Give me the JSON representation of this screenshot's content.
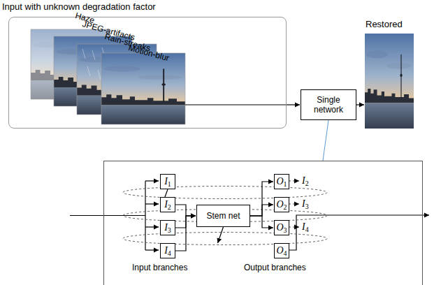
{
  "diagram": {
    "nodes": [
      {
        "text": [
          "Input with unknown degradation factor"
        ]
      },
      {
        "text": [
          "Single network"
        ]
      },
      {
        "text": [
          "Restored"
        ]
      },
      {
        "text": [
          "Input branches",
          "Output branches"
        ]
      },
      {
        "text": [
          "I1"
        ],
        "in": 3
      },
      {
        "text": [
          "I2"
        ],
        "in": 3
      },
      {
        "text": [
          "I3"
        ],
        "in": 3
      },
      {
        "text": [
          "I4"
        ],
        "in": 3
      },
      {
        "text": [
          "Stem net"
        ],
        "in": 3
      },
      {
        "text": [
          "O1"
        ],
        "in": 3
      },
      {
        "text": [
          "O2"
        ],
        "in": 3
      },
      {
        "text": [
          "O3"
        ],
        "in": 3
      },
      {
        "text": [
          "O4"
        ],
        "in": 3
      }
    ],
    "edges": [
      {
        "from": 0,
        "to": 1,
        "arrow": "to"
      },
      {
        "from": 1,
        "to": 2,
        "arrow": "to"
      },
      {
        "from": 1,
        "to": 3,
        "arrow": "none"
      },
      {
        "from": 4,
        "to": 8,
        "arrow": "to"
      },
      {
        "from": 5,
        "to": 8,
        "arrow": "to"
      },
      {
        "from": 6,
        "to": 8,
        "arrow": "to"
      },
      {
        "from": 7,
        "to": 8,
        "arrow": "to"
      },
      {
        "from": 8,
        "to": 9,
        "arrow": "to"
      },
      {
        "from": 8,
        "to": 10,
        "arrow": "to"
      },
      {
        "from": 8,
        "to": 11,
        "arrow": "to"
      },
      {
        "from": 8,
        "to": 12,
        "arrow": "to"
      }
    ],
    "labels": [
      "Haze",
      "JPEG-artifacts",
      "Rain-streaks",
      "Motion-blur",
      "I2",
      "I3",
      "I4"
    ]
  }
}
